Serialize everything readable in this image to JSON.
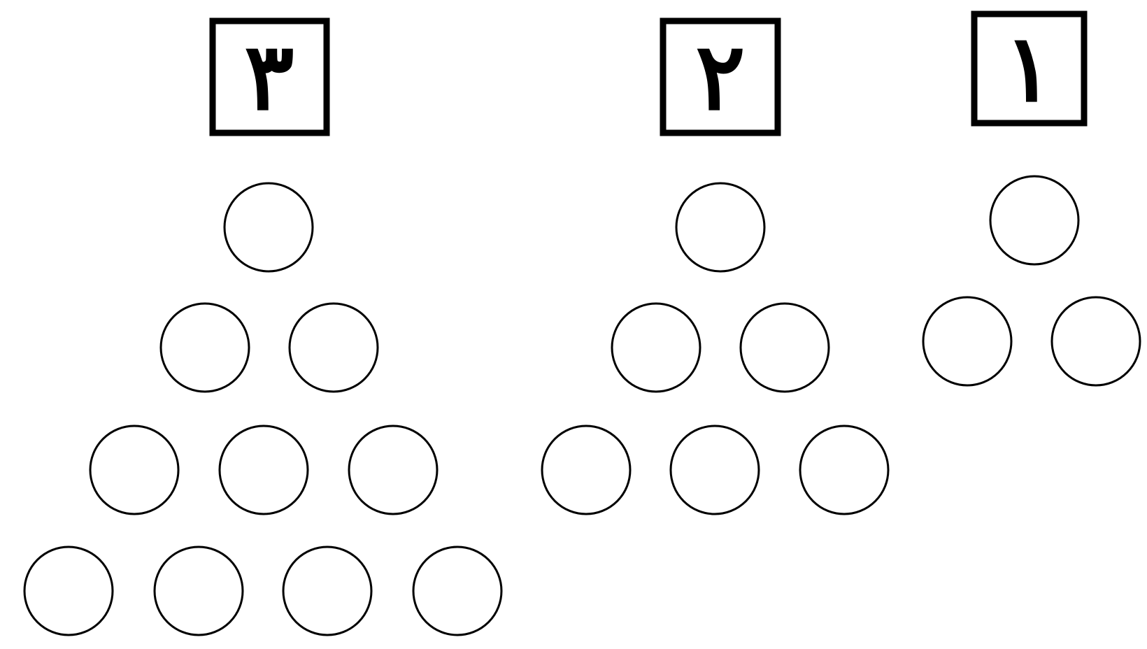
{
  "figures": [
    {
      "label": "١",
      "rows": [
        1,
        2
      ]
    },
    {
      "label": "٢",
      "rows": [
        1,
        2,
        3
      ]
    },
    {
      "label": "٣",
      "rows": [
        1,
        2,
        3,
        4
      ]
    }
  ],
  "colors": {
    "stroke": "#000000",
    "background": "#ffffff"
  }
}
